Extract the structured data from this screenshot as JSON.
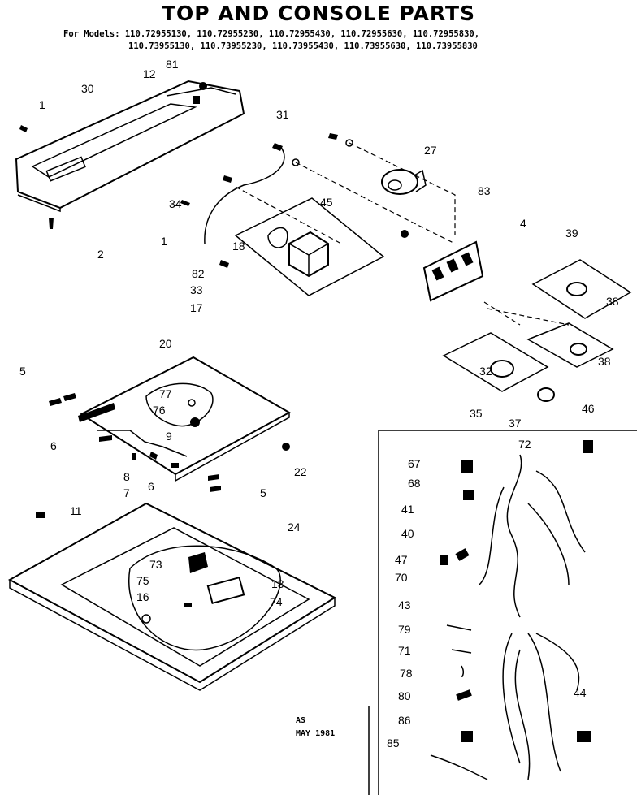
{
  "title": "TOP AND CONSOLE PARTS",
  "models_line1": "For Models: 110.72955130, 110.72955230, 110.72955430, 110.72955630, 110.72955830,",
  "models_line2": "110.73955130, 110.73955230, 110.73955430, 110.73955630, 110.73955830",
  "stamp_line1": "AS",
  "stamp_line2": "MAY 1981",
  "part_numbers": [
    "1",
    "30",
    "12",
    "81",
    "31",
    "27",
    "83",
    "34",
    "45",
    "4",
    "39",
    "1",
    "18",
    "82",
    "33",
    "17",
    "38",
    "20",
    "5",
    "77",
    "76",
    "32",
    "38",
    "35",
    "37",
    "46",
    "6",
    "9",
    "8",
    "7",
    "6",
    "22",
    "5",
    "72",
    "67",
    "68",
    "41",
    "40",
    "47",
    "70",
    "11",
    "24",
    "73",
    "13",
    "75",
    "16",
    "74",
    "43",
    "79",
    "71",
    "78",
    "80",
    "44",
    "86",
    "85",
    "2"
  ]
}
